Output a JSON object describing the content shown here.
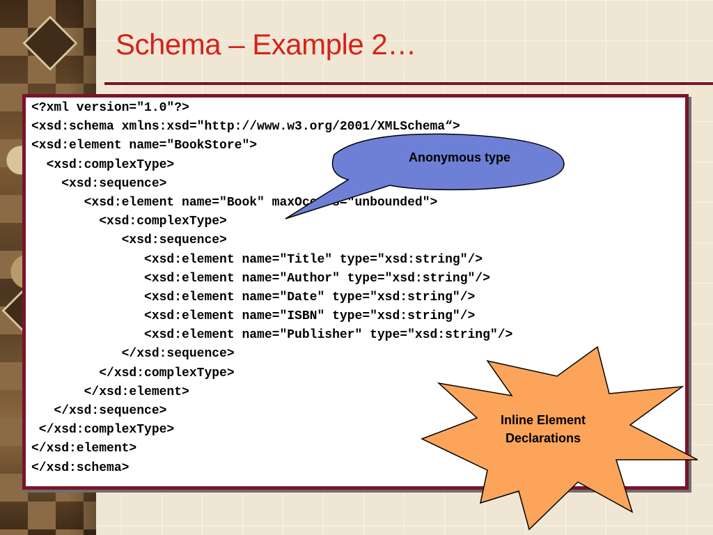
{
  "slide": {
    "title": "Schema – Example 2…"
  },
  "code": {
    "lines": [
      "<?xml version=\"1.0\"?>",
      "<xsd:schema xmlns:xsd=\"http://www.w3.org/2001/XMLSchema“>",
      "<xsd:element name=\"BookStore\">",
      "  <xsd:complexType>",
      "    <xsd:sequence>",
      "       <xsd:element name=\"Book\" maxOccurs=\"unbounded\">",
      "         <xsd:complexType>",
      "            <xsd:sequence>",
      "               <xsd:element name=\"Title\" type=\"xsd:string\"/>",
      "               <xsd:element name=\"Author\" type=\"xsd:string\"/>",
      "               <xsd:element name=\"Date\" type=\"xsd:string\"/>",
      "               <xsd:element name=\"ISBN\" type=\"xsd:string\"/>",
      "               <xsd:element name=\"Publisher\" type=\"xsd:string\"/>",
      "            </xsd:sequence>",
      "         </xsd:complexType>",
      "       </xsd:element>",
      "   </xsd:sequence>",
      " </xsd:complexType>",
      "</xsd:element>",
      "</xsd:schema>"
    ]
  },
  "callouts": {
    "anonymous": {
      "label": "Anonymous type",
      "fill_color": "#6e7fd6"
    },
    "inline": {
      "line1": "Inline Element",
      "line2": "Declarations",
      "fill_color": "#fba45a"
    }
  },
  "colors": {
    "title": "#d4231a",
    "frame": "#7a1428"
  }
}
